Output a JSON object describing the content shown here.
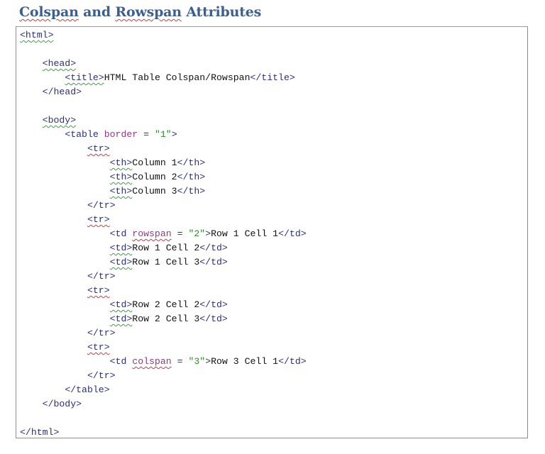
{
  "heading": {
    "word1": "Colspan",
    "word2": " and ",
    "word3": "Rowspan",
    "word4": " Attributes"
  },
  "colors": {
    "heading": "#3d5f8f",
    "tag": "#2b2f7a",
    "attribute_name": "#8e3c7e",
    "attribute_value": "#2c8e2c",
    "text": "#111111",
    "box_border": "#8c8c8c"
  },
  "code": {
    "html_open": "<html>",
    "head_open": "<head>",
    "title_open": "<title>",
    "title_text": "HTML Table Colspan/Rowspan",
    "title_close": "</title>",
    "head_close": "</head>",
    "body_open": "<body>",
    "table_open_start": "<table ",
    "table_attr": "border",
    "table_eq": " = ",
    "table_val": "\"1\"",
    "table_open_end": ">",
    "rows": {
      "tr_open": "<tr>",
      "tr_close": "</tr>",
      "th_open": "<th>",
      "th_close": "</th>",
      "td_open": "<td>",
      "td_close": "</td>",
      "td_attr_start": "<td ",
      "header_cells": [
        "Column 1",
        "Column 2",
        "Column 3"
      ],
      "row1": {
        "attr": "rowspan",
        "eq": " = ",
        "val": "\"2\"",
        "cells": [
          "Row 1 Cell 1",
          "Row 1 Cell 2",
          "Row 1 Cell 3"
        ]
      },
      "row2": {
        "cells": [
          "Row 2 Cell 2",
          "Row 2 Cell 3"
        ]
      },
      "row3": {
        "attr": "colspan",
        "eq": " = ",
        "val": "\"3\"",
        "cells": [
          "Row 3 Cell 1"
        ]
      },
      "gt": ">"
    },
    "table_close": "</table>",
    "body_close": "</body>",
    "html_close": "</html>"
  }
}
